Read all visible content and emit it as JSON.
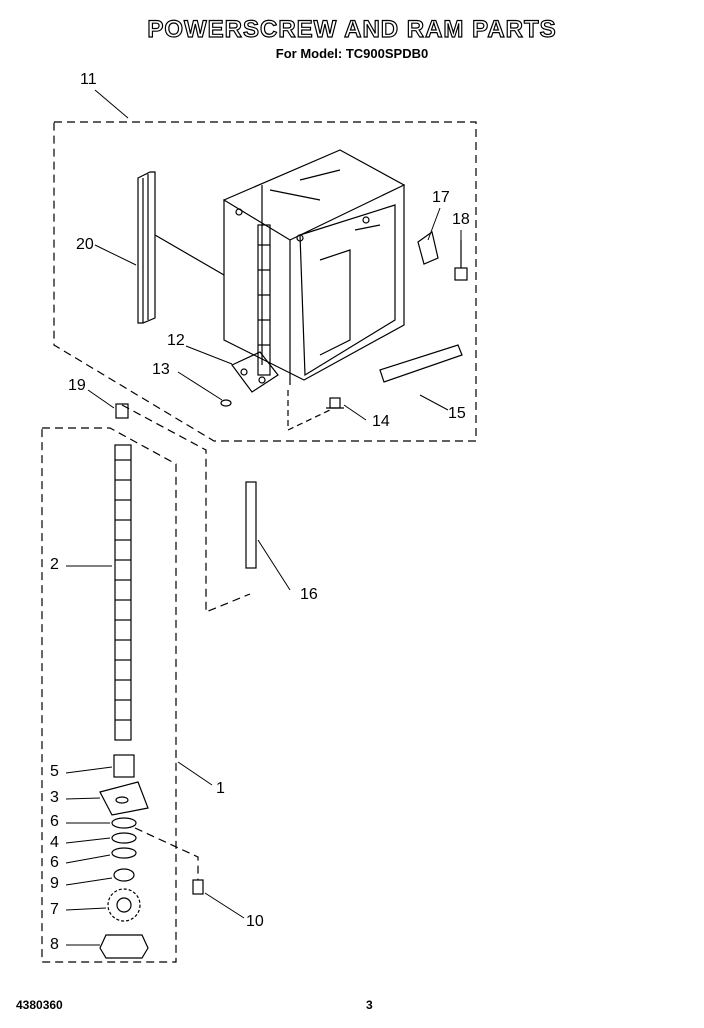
{
  "header": {
    "title": "POWERSCREW AND RAM PARTS",
    "model_line": "For Model: TC900SPDB0"
  },
  "footer": {
    "doc_number": "4380360",
    "page_number": "3"
  },
  "callouts": [
    "11",
    "20",
    "17",
    "18",
    "12",
    "13",
    "14",
    "15",
    "19",
    "2",
    "16",
    "5",
    "1",
    "3",
    "6",
    "4",
    "6",
    "9",
    "7",
    "10",
    "8"
  ]
}
